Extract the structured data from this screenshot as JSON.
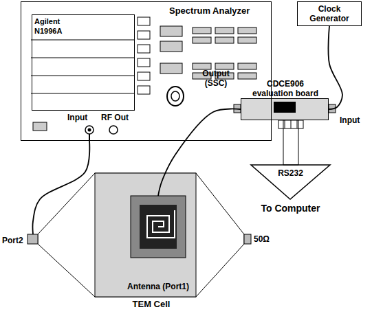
{
  "diagram": {
    "nodes": [
      {
        "text": [
          "Spectrum Analyzer"
        ]
      },
      {
        "text": [
          "Agilent N1996A"
        ],
        "in": 0
      },
      {
        "text": [
          "Clock Generator"
        ]
      },
      {
        "text": [
          "CDCE906 evaluation board"
        ]
      },
      {
        "text": [
          "TEM Cell"
        ]
      },
      {
        "text": [
          "Antenna (Port1)"
        ],
        "in": 4
      },
      {
        "text": [
          "RS232"
        ]
      }
    ],
    "edges": [
      {
        "from": 0,
        "to": 4,
        "arrow": "none"
      },
      {
        "from": 2,
        "to": 3,
        "arrow": "none"
      },
      {
        "from": 3,
        "to": 5,
        "arrow": "none"
      },
      {
        "from": 3,
        "to": 6,
        "arrow": "none"
      }
    ],
    "labels": [
      "Input",
      "RF Out",
      "Output (SSC)",
      "Input",
      "Port2",
      "50Ω",
      "To Computer"
    ]
  }
}
